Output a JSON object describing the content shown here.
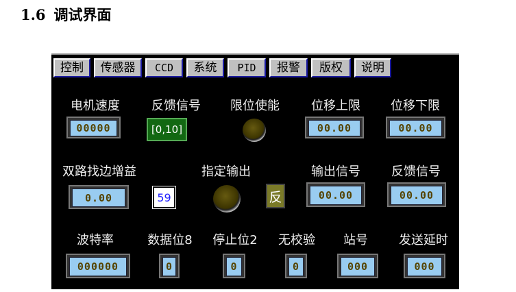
{
  "heading": {
    "number": "1.6",
    "text": "调试界面"
  },
  "tabs": [
    "控制",
    "传感器",
    "CCD",
    "系统",
    "PID",
    "报警",
    "版权",
    "说明"
  ],
  "row1": {
    "motor_speed": {
      "label": "电机速度",
      "value": "00000"
    },
    "feedback": {
      "label": "反馈信号",
      "value": "[0,10]"
    },
    "limit_enable": {
      "label": "限位使能"
    },
    "disp_upper": {
      "label": "位移上限",
      "value": "00.00"
    },
    "disp_lower": {
      "label": "位移下限",
      "value": "00.00"
    }
  },
  "row2": {
    "gain": {
      "label": "双路找边增益",
      "value": "0.00"
    },
    "num_value": "59",
    "set_output": {
      "label": "指定输出",
      "reverse_label": "反"
    },
    "output_signal": {
      "label": "输出信号",
      "value": "00.00"
    },
    "feedback_signal": {
      "label": "反馈信号",
      "value": "00.00"
    }
  },
  "row3": {
    "baud": {
      "label": "波特率",
      "value": "000000"
    },
    "data_bits": {
      "label": "数据位8",
      "value": "0"
    },
    "stop_bits": {
      "label": "停止位2",
      "value": "0"
    },
    "parity": {
      "label": "无校验",
      "value": "0"
    },
    "station": {
      "label": "站号",
      "value": "000"
    },
    "delay": {
      "label": "发送延时",
      "value": "000"
    }
  }
}
